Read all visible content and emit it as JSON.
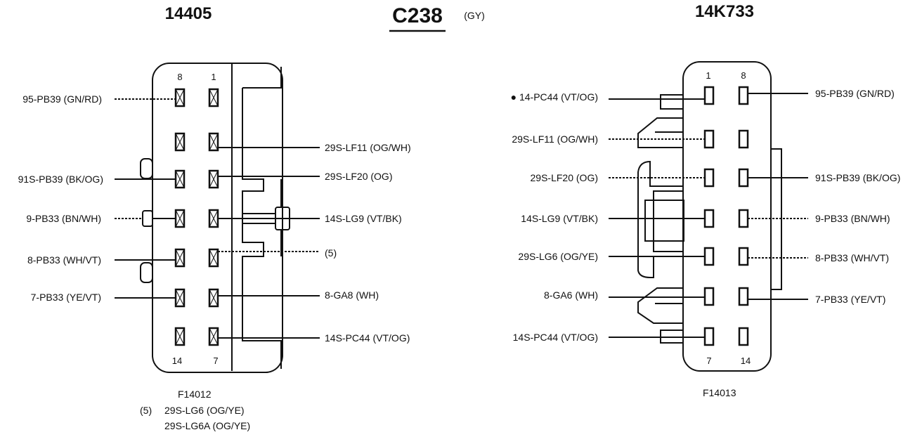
{
  "header": {
    "left_part": "14405",
    "connector": "C238",
    "connector_color": "(GY)",
    "right_part": "14K733"
  },
  "left": {
    "pin_top_left": "8",
    "pin_top_right": "1",
    "pin_bottom_left": "14",
    "pin_bottom_right": "7",
    "labels_left": [
      "95-PB39 (GN/RD)",
      "91S-PB39 (BK/OG)",
      "9-PB33 (BN/WH)",
      "8-PB33 (WH/VT)",
      "7-PB33 (YE/VT)"
    ],
    "labels_right": [
      "29S-LF11 (OG/WH)",
      "29S-LF20 (OG)",
      "14S-LG9 (VT/BK)",
      "(5)",
      "8-GA8 (WH)",
      "14S-PC44 (VT/OG)"
    ],
    "figure_id": "F14012",
    "note_ref": "(5)",
    "note_lines": [
      "29S-LG6 (OG/YE)",
      "29S-LG6A (OG/YE)"
    ]
  },
  "right": {
    "pin_top_left": "1",
    "pin_top_right": "8",
    "pin_bottom_left": "7",
    "pin_bottom_right": "14",
    "labels_left": [
      "● 14-PC44 (VT/OG)",
      "29S-LF11 (OG/WH)",
      "29S-LF20 (OG)",
      "14S-LG9 (VT/BK)",
      "29S-LG6 (OG/YE)",
      "8-GA6 (WH)",
      "14S-PC44 (VT/OG)"
    ],
    "labels_right": [
      "95-PB39 (GN/RD)",
      "91S-PB39 (BK/OG)",
      "9-PB33 (BN/WH)",
      "8-PB33 (WH/VT)",
      "7-PB33 (YE/VT)"
    ],
    "figure_id": "F14013"
  }
}
